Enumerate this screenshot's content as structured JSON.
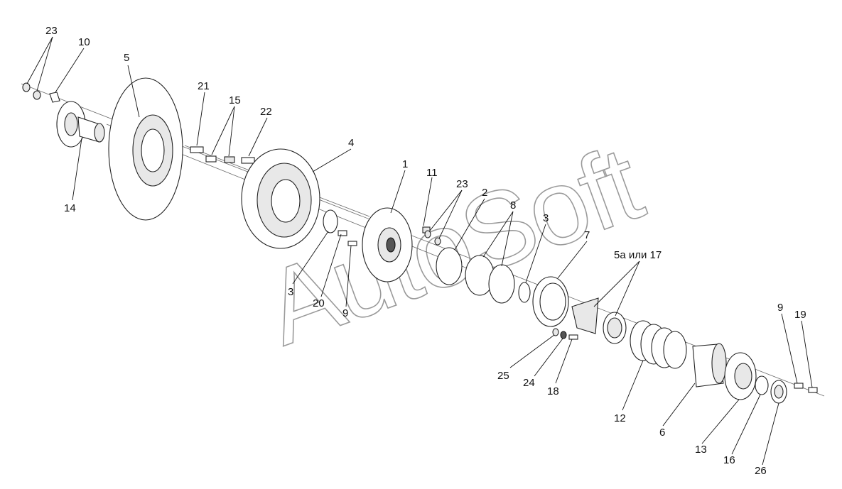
{
  "watermark": "AutoSoft",
  "callouts": [
    {
      "id": "c23a",
      "text": "23"
    },
    {
      "id": "c10",
      "text": "10"
    },
    {
      "id": "c5",
      "text": "5"
    },
    {
      "id": "c14",
      "text": "14"
    },
    {
      "id": "c21",
      "text": "21"
    },
    {
      "id": "c15",
      "text": "15"
    },
    {
      "id": "c22",
      "text": "22"
    },
    {
      "id": "c4",
      "text": "4"
    },
    {
      "id": "c1",
      "text": "1"
    },
    {
      "id": "c11",
      "text": "11"
    },
    {
      "id": "c23b",
      "text": "23"
    },
    {
      "id": "c2",
      "text": "2"
    },
    {
      "id": "c8",
      "text": "8"
    },
    {
      "id": "c3a",
      "text": "3"
    },
    {
      "id": "c7",
      "text": "7"
    },
    {
      "id": "c3b",
      "text": "3"
    },
    {
      "id": "c20",
      "text": "20"
    },
    {
      "id": "c9a",
      "text": "9"
    },
    {
      "id": "c5a17",
      "text": "5а или 17"
    },
    {
      "id": "c9b",
      "text": "9"
    },
    {
      "id": "c19",
      "text": "19"
    },
    {
      "id": "c25",
      "text": "25"
    },
    {
      "id": "c24",
      "text": "24"
    },
    {
      "id": "c18",
      "text": "18"
    },
    {
      "id": "c12",
      "text": "12"
    },
    {
      "id": "c6",
      "text": "6"
    },
    {
      "id": "c13",
      "text": "13"
    },
    {
      "id": "c16",
      "text": "16"
    },
    {
      "id": "c26",
      "text": "26"
    }
  ]
}
